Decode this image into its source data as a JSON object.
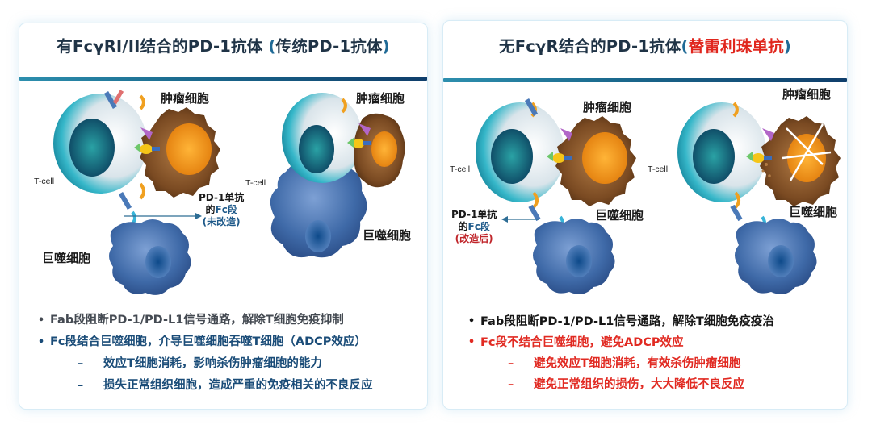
{
  "left_panel": {
    "title_main": "有FcγRI/II结合的PD-1抗体 ",
    "title_paren_open": "(",
    "title_paren_text": "传统PD-1抗体",
    "title_paren_close": ")",
    "scene1": {
      "tumor_label": "肿瘤细胞",
      "tcell_label": "T-cell",
      "macrophage_label": "巨噬细胞"
    },
    "annotation": {
      "line1": "PD-1单抗",
      "line2_prefix": "的",
      "line2_highlight": "Fc段",
      "line3": "(未改造)"
    },
    "scene2": {
      "tumor_label": "肿瘤细胞",
      "tcell_label": "T-cell",
      "macrophage_label": "巨噬细胞"
    },
    "bullets": [
      {
        "marker": "•",
        "text": "Fab段阻断PD-1/PD-L1信号通路，解除T细胞免疫抑制",
        "color": "#444a52"
      },
      {
        "marker": "•",
        "text": "Fc段结合巨噬细胞，介导巨噬细胞吞噬T细胞（ADCP效应）",
        "color": "#1a4c78"
      }
    ],
    "sub_bullets": [
      {
        "marker": "–",
        "text": "效应T细胞消耗，影响杀伤肿瘤细胞的能力",
        "color": "#1a4c78"
      },
      {
        "marker": "–",
        "text": "损失正常组织细胞，造成严重的免疫相关的不良反应",
        "color": "#1a4c78"
      }
    ]
  },
  "right_panel": {
    "title_main": "无FcγR结合的PD-1抗体",
    "title_paren_open": "(",
    "title_paren_text": "替雷利珠单抗",
    "title_paren_close": ")",
    "scene1": {
      "tumor_label": "肿瘤细胞",
      "tcell_label": "T-cell",
      "macrophage_label": "巨噬细胞"
    },
    "annotation": {
      "line1": "PD-1单抗",
      "line2_prefix": "的",
      "line2_highlight": "Fc段",
      "line3": "(改造后)"
    },
    "scene2": {
      "tumor_label": "肿瘤细胞",
      "tcell_label": "T-cell",
      "macrophage_label": "巨噬细胞"
    },
    "bullets": [
      {
        "marker": "•",
        "text": "Fab段阻断PD-1/PD-L1信号通路，解除T细胞免疫疫治",
        "color": "#161616"
      },
      {
        "marker": "•",
        "text": "Fc段不结合巨噬细胞，避免ADCP效应",
        "color": "#e12a22"
      }
    ],
    "sub_bullets": [
      {
        "marker": "–",
        "text": "避免效应T细胞消耗，有效杀伤肿瘤细胞",
        "color": "#e12a22"
      },
      {
        "marker": "–",
        "text": "避免正常组织的损伤，大大降低不良反应",
        "color": "#e12a22"
      }
    ]
  },
  "colors": {
    "title_text": "#1f3346",
    "title_rule_start": "#2d8fae",
    "title_rule_end": "#0f3e6b",
    "highlight_red": "#e0261d",
    "navy": "#1a4c78",
    "tcell_teal": "#2ab3c8",
    "tumor_brown": "#7a4a22",
    "tumor_nucleus_orange": "#f39a1c",
    "macrophage_blue": "#3f6aa8",
    "panel_border": "#d8ecf6"
  }
}
